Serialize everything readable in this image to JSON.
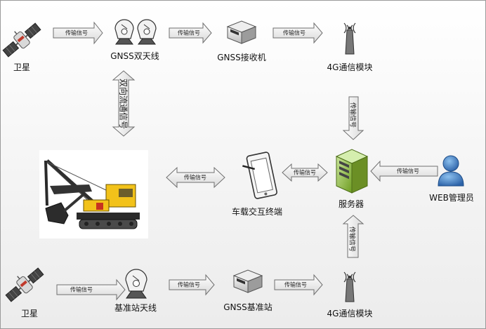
{
  "nodes": {
    "satellite_top": "卫星",
    "gnss_dual_antenna": "GNSS双天线",
    "gnss_receiver": "GNSS接收机",
    "module_4g_top": "4G通信模块",
    "vehicle_terminal": "车载交互终端",
    "server": "服务器",
    "web_admin": "WEB管理员",
    "satellite_bottom": "卫星",
    "base_antenna": "基准站天线",
    "gnss_base": "GNSS基准站",
    "module_4g_bottom": "4G通信模块"
  },
  "edges": {
    "sat_to_antenna": "传输信号",
    "antenna_to_receiver": "传输信号",
    "receiver_to_4g": "传输信号",
    "antenna_vehicle_link": "双向流通信号",
    "4g_to_server": "传输信号",
    "excavator_terminal": "传输信号",
    "terminal_server": "传输信号",
    "admin_server": "传输信号",
    "base4g_to_server": "传输信号",
    "sat_to_base_antenna": "传输信号",
    "base_antenna_to_base": "传输信号",
    "base_to_4g": "传输信号"
  },
  "colors": {
    "arrow_stroke": "#6f6f6f",
    "server_green": "#8fbf3a",
    "excavator_yellow": "#f2c21a",
    "user_blue": "#3d7fc4"
  }
}
